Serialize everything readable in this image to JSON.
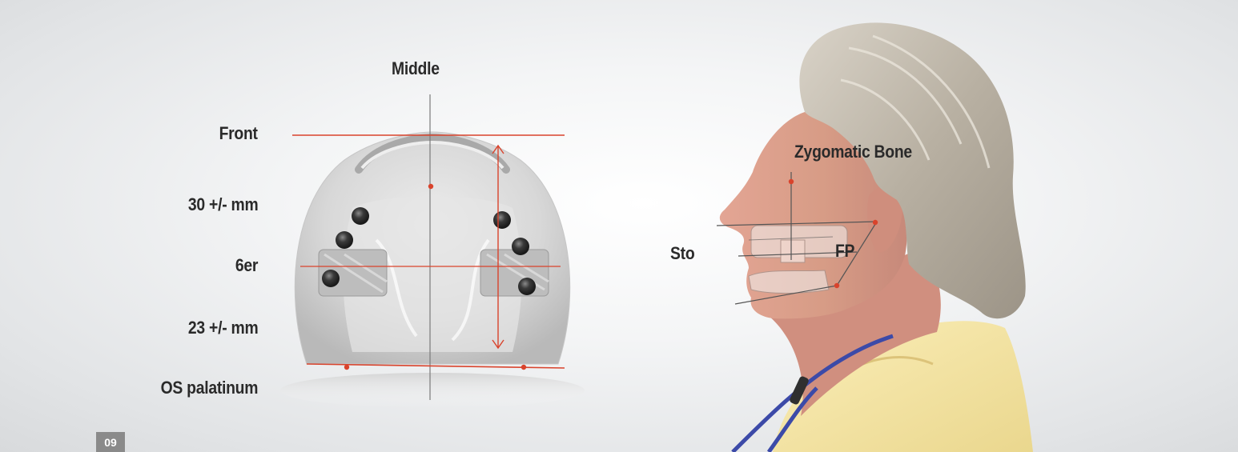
{
  "labels": {
    "middle": "Middle",
    "front": "Front",
    "front_dist": "30 +/- mm",
    "sixer": "6er",
    "rear_dist": "23 +/- mm",
    "os_palatinum": "OS palatinum",
    "zygomatic": "Zygomatic Bone",
    "sto": "Sto",
    "fp": "FP"
  },
  "figure_number": "09",
  "colors": {
    "accent_line": "#d9432c",
    "label_text": "#2a2a2a",
    "badge_bg": "#8a8a8a",
    "shirt": "#f6e6a6",
    "skin": "#d99a88",
    "hair": "#bfb7a8"
  }
}
